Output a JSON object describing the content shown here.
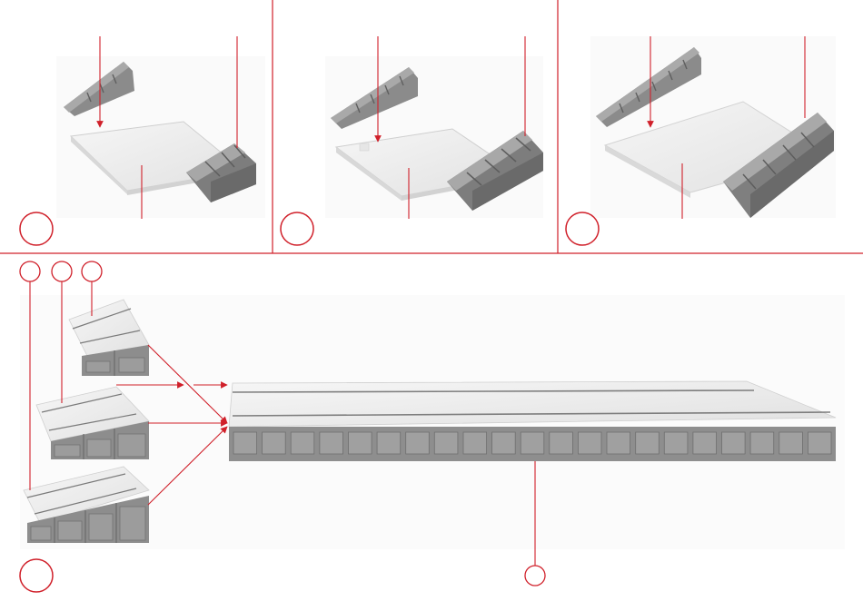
{
  "document": {
    "colors": {
      "accent": "#d0202a",
      "part_grey": "#8f8f8f",
      "part_dark": "#6e6e6e",
      "plate_white": "#ebebeb"
    },
    "top_panels": [
      {
        "step_marker": "",
        "icon": "step-circle"
      },
      {
        "step_marker": "",
        "icon": "step-circle"
      },
      {
        "step_marker": "",
        "icon": "step-circle"
      }
    ],
    "bottom_panel": {
      "step_marker": "",
      "callouts": [
        "",
        "",
        "",
        ""
      ]
    }
  }
}
